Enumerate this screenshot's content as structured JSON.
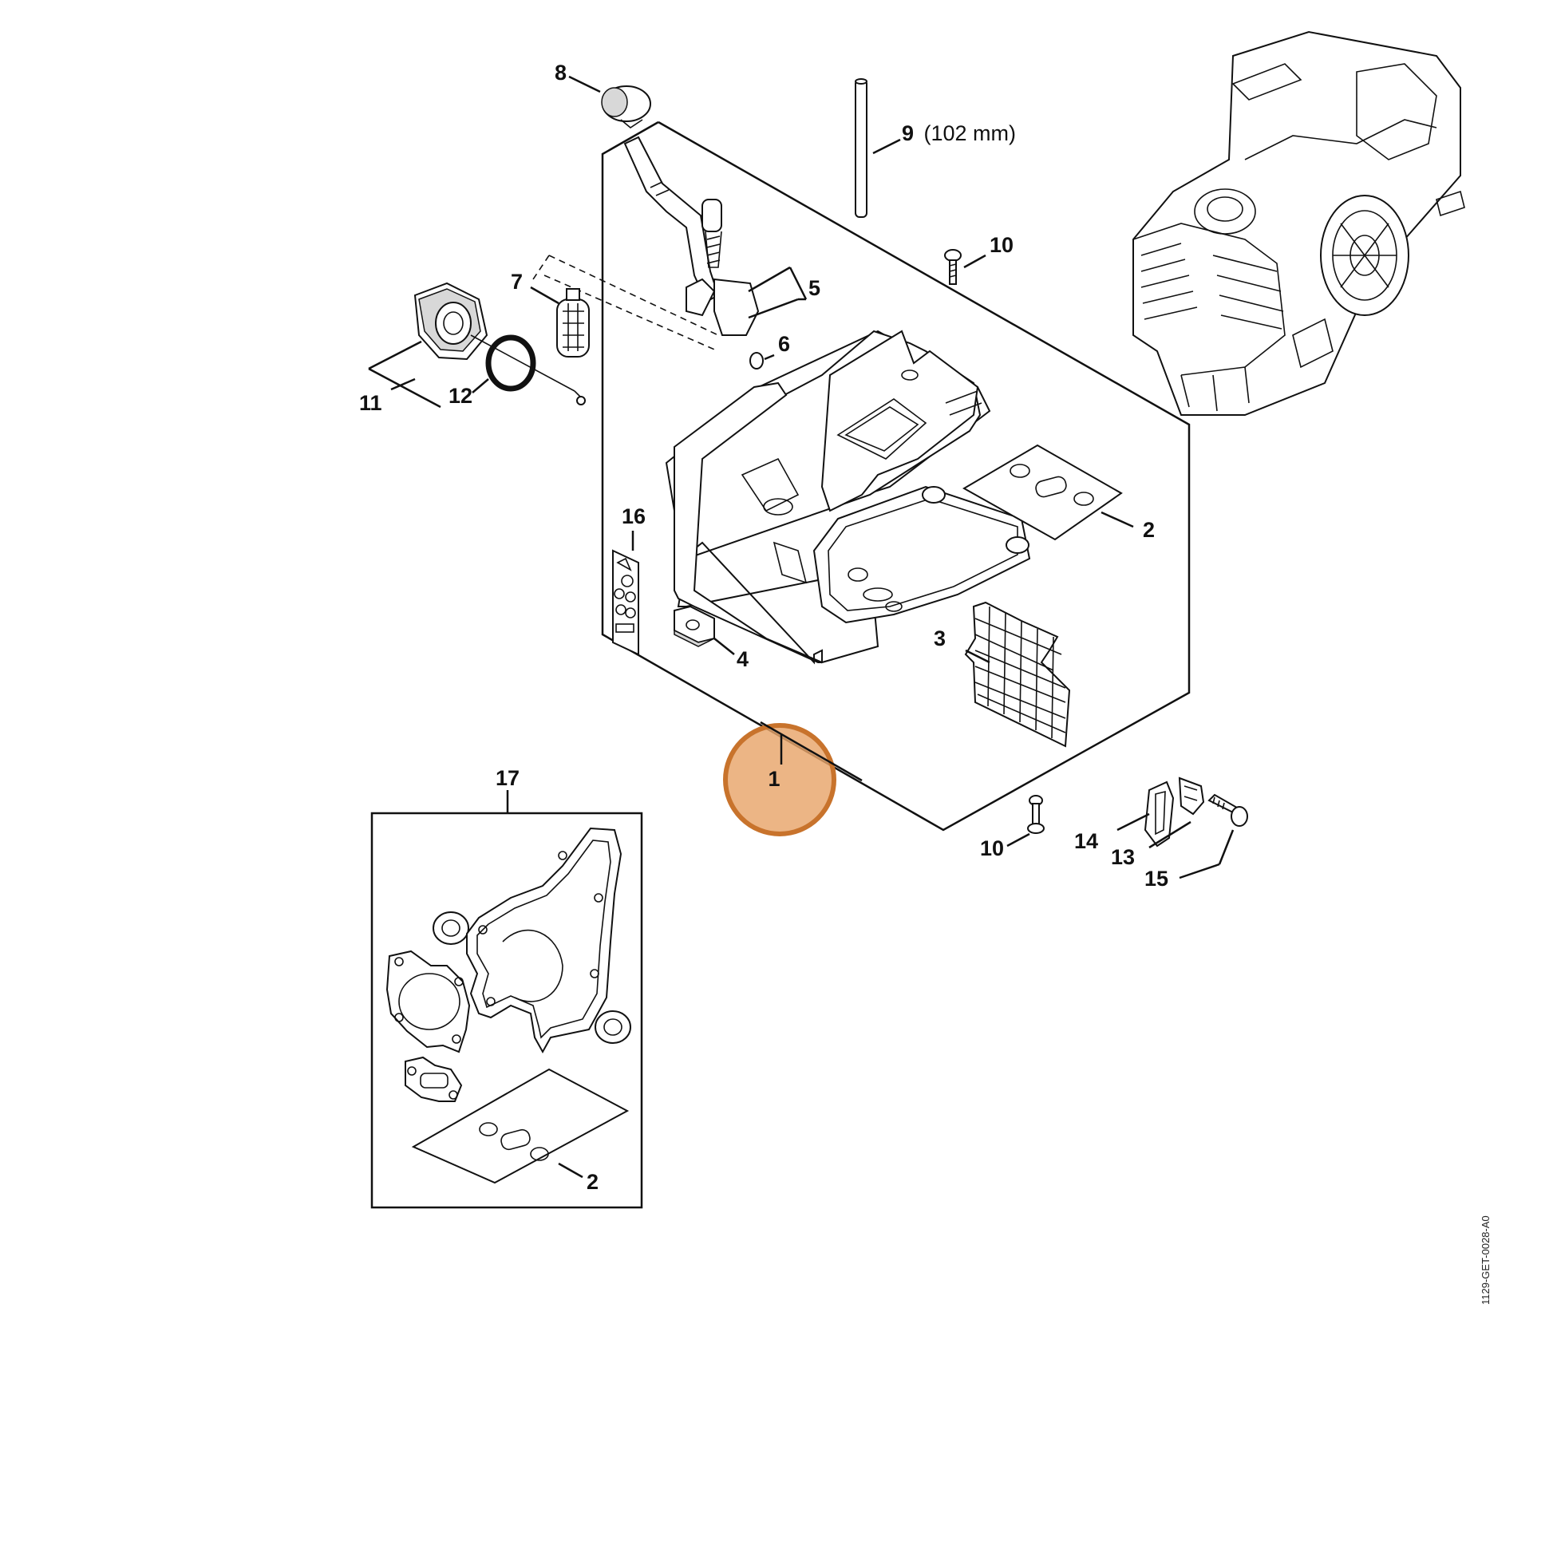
{
  "diagram": {
    "doc_id": "1129-GET-0028-A0",
    "highlight_color": "#e8a56a",
    "labels": {
      "p1": "1",
      "p2a": "2",
      "p2b": "2",
      "p3": "3",
      "p4": "4",
      "p5": "5",
      "p6": "6",
      "p7": "7",
      "p8": "8",
      "p9": "9",
      "p9_note": "(102 mm)",
      "p10a": "10",
      "p10b": "10",
      "p11": "11",
      "p12": "12",
      "p13": "13",
      "p14": "14",
      "p15": "15",
      "p16": "16",
      "p17": "17"
    }
  }
}
